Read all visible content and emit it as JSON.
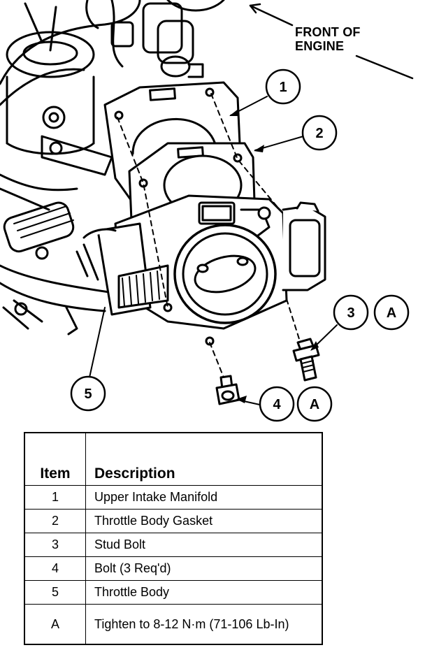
{
  "orientation_label": [
    "FRONT OF",
    "ENGINE"
  ],
  "callouts": {
    "c1": "1",
    "c2": "2",
    "c3": "3",
    "c3a": "A",
    "c4": "4",
    "c4a": "A",
    "c5": "5"
  },
  "legend": {
    "headers": {
      "item": "Item",
      "description": "Description"
    },
    "rows": [
      {
        "item": "1",
        "description": "Upper Intake Manifold"
      },
      {
        "item": "2",
        "description": "Throttle Body Gasket"
      },
      {
        "item": "3",
        "description": "Stud Bolt"
      },
      {
        "item": "4",
        "description": "Bolt (3 Req'd)"
      },
      {
        "item": "5",
        "description": "Throttle Body"
      },
      {
        "item": "A",
        "description": "Tighten to 8-12 N·m (71-106 Lb-In)"
      }
    ]
  }
}
